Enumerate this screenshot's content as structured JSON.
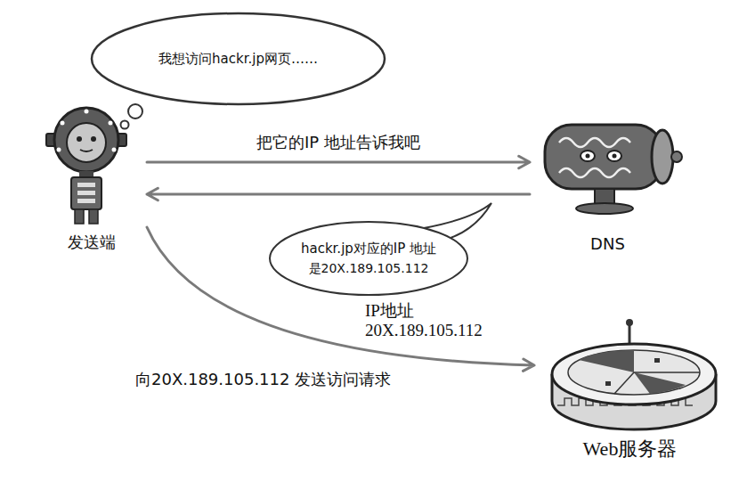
{
  "diagram": {
    "nodes": [
      {
        "text": [
          "我想访问hackr.jp网页……"
        ]
      },
      {
        "text": [
          "发送端"
        ]
      },
      {
        "text": [
          "DNS"
        ]
      },
      {
        "text": [
          "hackr.jp对应的IP 地址",
          "是20X.189.105.112"
        ]
      },
      {
        "text": [
          "Web服务器"
        ]
      }
    ],
    "edges": [
      {
        "from": 1,
        "to": 2,
        "arrow": "to",
        "label": "把它的IP 地址告诉我吧"
      },
      {
        "from": 2,
        "to": 1,
        "arrow": "to"
      },
      {
        "from": 1,
        "to": 4,
        "arrow": "to",
        "label": "向20X.189.105.112 发送访问请求"
      }
    ],
    "labels": [
      "IP地址 20X.189.105.112"
    ]
  }
}
